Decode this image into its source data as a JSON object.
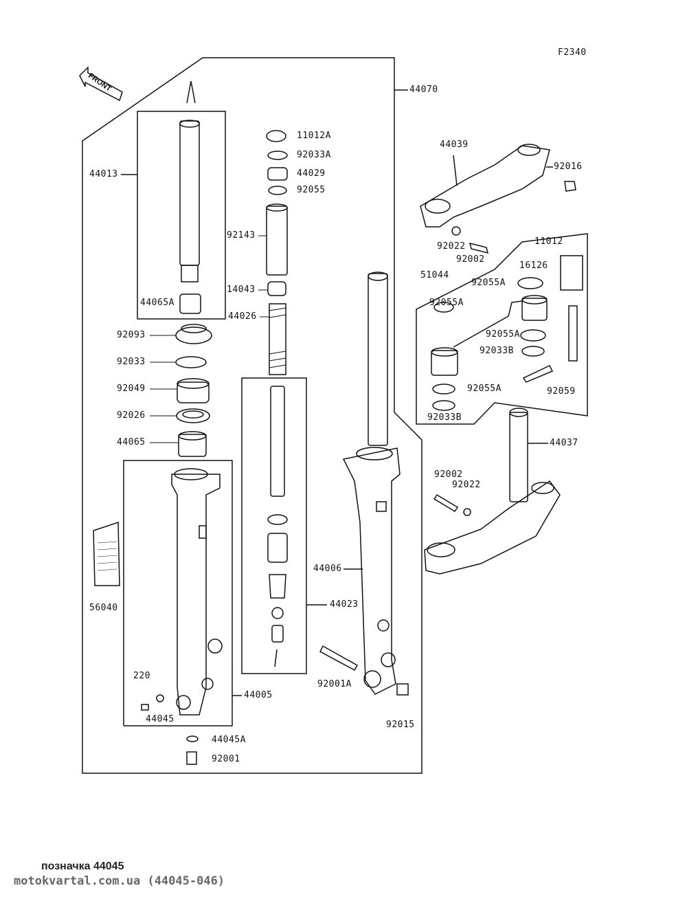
{
  "diagram_code": "F2340",
  "front_marker": "FRONT",
  "labels": {
    "l44070": "44070",
    "l11012A": "11012A",
    "l92033A": "92033A",
    "l44029": "44029",
    "l92055": "92055",
    "l44039": "44039",
    "l92016": "92016",
    "l44013": "44013",
    "l92143": "92143",
    "l92022a": "92022",
    "l92002a": "92002",
    "l11012": "11012",
    "l16126": "16126",
    "l51044": "51044",
    "l92055A1": "92055A",
    "l14043": "14043",
    "l44065A": "44065A",
    "l92055A2": "92055A",
    "l44026": "44026",
    "l92093": "92093",
    "l92055A3": "92055A",
    "l92033B1": "92033B",
    "l92033": "92033",
    "l92049": "92049",
    "l92055A4": "92055A",
    "l92059": "92059",
    "l92026": "92026",
    "l92033B2": "92033B",
    "l44065": "44065",
    "l44037": "44037",
    "l92002b": "92002",
    "l92022b": "92022",
    "l44006": "44006",
    "l44023": "44023",
    "l56040": "56040",
    "l220": "220",
    "l92001A": "92001A",
    "l44005": "44005",
    "l44045": "44045",
    "l92015": "92015",
    "l44045A": "44045A",
    "l92001": "92001"
  },
  "footer": {
    "part_label": "позначка 44045",
    "site": "motokvartal.com.ua (44045-046)"
  }
}
